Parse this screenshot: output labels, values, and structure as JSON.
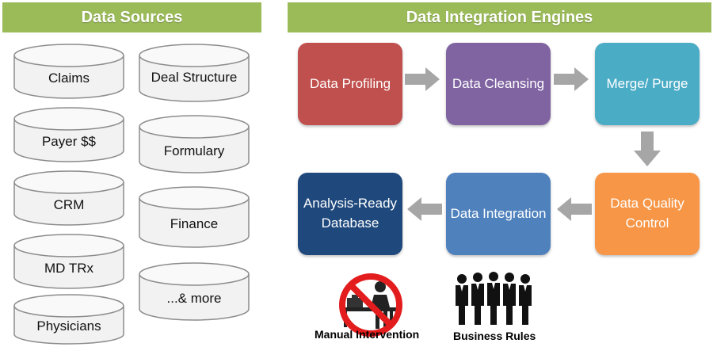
{
  "headers": {
    "sources": "Data Sources",
    "engines": "Data Integration Engines"
  },
  "sources": [
    {
      "label": "Claims"
    },
    {
      "label": "Payer $$"
    },
    {
      "label": "CRM"
    },
    {
      "label": "MD TRx"
    },
    {
      "label": "Physicians"
    },
    {
      "label": "Deal Structure"
    },
    {
      "label": "Formulary"
    },
    {
      "label": "Finance"
    },
    {
      "label": "...& more"
    }
  ],
  "engines": [
    {
      "label": "Data Profiling",
      "color": "#c0504d"
    },
    {
      "label": "Data Cleansing",
      "color": "#8064a2"
    },
    {
      "label": "Merge/ Purge",
      "color": "#4bacc6"
    },
    {
      "label": "Data Quality Control",
      "color": "#f79646"
    },
    {
      "label": "Data Integration",
      "color": "#4f81bd"
    },
    {
      "label": "Analysis-Ready Database",
      "color": "#1f497d"
    }
  ],
  "inputs": {
    "manual": "Manual Intervention",
    "rules": "Business Rules"
  },
  "colors": {
    "header_green": "#9bbb59",
    "arrow_gray": "#a6a6a6",
    "prohibition_red": "#e31d1d"
  },
  "icons": {
    "manual": "no-manual-work-icon",
    "rules": "business-people-icon"
  }
}
